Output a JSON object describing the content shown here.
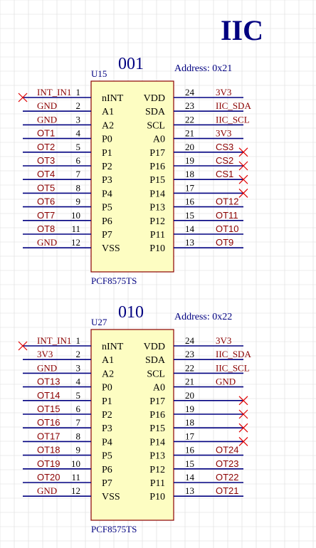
{
  "title": "IIC",
  "colors": {
    "background": "#ffffff",
    "grid": "#dcdcdc",
    "wire": "#000080",
    "body_fill": "#fdfdc2",
    "body_stroke": "#8b0000",
    "net_label": "#8b0000",
    "pin_text": "#000000",
    "designator": "#000080",
    "no_connect": "#e00000"
  },
  "chips": [
    {
      "number": "001",
      "designator": "U15",
      "address": "Address: 0x21",
      "part": "PCF8575TS",
      "left_pins": [
        {
          "num": "1",
          "name": "nINT",
          "net": "INT_IN1",
          "nc": true
        },
        {
          "num": "2",
          "name": "A1",
          "net": "GND",
          "nc": false
        },
        {
          "num": "3",
          "name": "A2",
          "net": "GND",
          "nc": false
        },
        {
          "num": "4",
          "name": "P0",
          "net": "OT1",
          "nc": false
        },
        {
          "num": "5",
          "name": "P1",
          "net": "OT2",
          "nc": false
        },
        {
          "num": "6",
          "name": "P2",
          "net": "OT3",
          "nc": false
        },
        {
          "num": "7",
          "name": "P3",
          "net": "OT4",
          "nc": false
        },
        {
          "num": "8",
          "name": "P4",
          "net": "OT5",
          "nc": false
        },
        {
          "num": "9",
          "name": "P5",
          "net": "OT6",
          "nc": false
        },
        {
          "num": "10",
          "name": "P6",
          "net": "OT7",
          "nc": false
        },
        {
          "num": "11",
          "name": "P7",
          "net": "OT8",
          "nc": false
        },
        {
          "num": "12",
          "name": "VSS",
          "net": "GND",
          "nc": false
        }
      ],
      "right_pins": [
        {
          "num": "24",
          "name": "VDD",
          "net": "3V3",
          "nc": false
        },
        {
          "num": "23",
          "name": "SDA",
          "net": "IIC_SDA",
          "nc": false
        },
        {
          "num": "22",
          "name": "SCL",
          "net": "IIC_SCL",
          "nc": false
        },
        {
          "num": "21",
          "name": "A0",
          "net": "3V3",
          "nc": false
        },
        {
          "num": "20",
          "name": "P17",
          "net": "CS3",
          "nc": true
        },
        {
          "num": "19",
          "name": "P16",
          "net": "CS2",
          "nc": true
        },
        {
          "num": "18",
          "name": "P15",
          "net": "CS1",
          "nc": true
        },
        {
          "num": "17",
          "name": "P14",
          "net": "",
          "nc": true
        },
        {
          "num": "16",
          "name": "P13",
          "net": "OT12",
          "nc": false
        },
        {
          "num": "15",
          "name": "P12",
          "net": "OT11",
          "nc": false
        },
        {
          "num": "14",
          "name": "P11",
          "net": "OT10",
          "nc": false
        },
        {
          "num": "13",
          "name": "P10",
          "net": "OT9",
          "nc": false
        }
      ]
    },
    {
      "number": "010",
      "designator": "U27",
      "address": "Address: 0x22",
      "part": "PCF8575TS",
      "left_pins": [
        {
          "num": "1",
          "name": "nINT",
          "net": "INT_IN1",
          "nc": true
        },
        {
          "num": "2",
          "name": "A1",
          "net": "3V3",
          "nc": false
        },
        {
          "num": "3",
          "name": "A2",
          "net": "GND",
          "nc": false
        },
        {
          "num": "4",
          "name": "P0",
          "net": "OT13",
          "nc": false
        },
        {
          "num": "5",
          "name": "P1",
          "net": "OT14",
          "nc": false
        },
        {
          "num": "6",
          "name": "P2",
          "net": "OT15",
          "nc": false
        },
        {
          "num": "7",
          "name": "P3",
          "net": "OT16",
          "nc": false
        },
        {
          "num": "8",
          "name": "P4",
          "net": "OT17",
          "nc": false
        },
        {
          "num": "9",
          "name": "P5",
          "net": "OT18",
          "nc": false
        },
        {
          "num": "10",
          "name": "P6",
          "net": "OT19",
          "nc": false
        },
        {
          "num": "11",
          "name": "P7",
          "net": "OT20",
          "nc": false
        },
        {
          "num": "12",
          "name": "VSS",
          "net": "GND",
          "nc": false
        }
      ],
      "right_pins": [
        {
          "num": "24",
          "name": "VDD",
          "net": "3V3",
          "nc": false
        },
        {
          "num": "23",
          "name": "SDA",
          "net": "IIC_SDA",
          "nc": false
        },
        {
          "num": "22",
          "name": "SCL",
          "net": "IIC_SCL",
          "nc": false
        },
        {
          "num": "21",
          "name": "A0",
          "net": "GND",
          "nc": false
        },
        {
          "num": "20",
          "name": "P17",
          "net": "",
          "nc": true
        },
        {
          "num": "19",
          "name": "P16",
          "net": "",
          "nc": true
        },
        {
          "num": "18",
          "name": "P15",
          "net": "",
          "nc": true
        },
        {
          "num": "17",
          "name": "P14",
          "net": "",
          "nc": true
        },
        {
          "num": "16",
          "name": "P13",
          "net": "OT24",
          "nc": false
        },
        {
          "num": "15",
          "name": "P12",
          "net": "OT23",
          "nc": false
        },
        {
          "num": "14",
          "name": "P11",
          "net": "OT22",
          "nc": false
        },
        {
          "num": "13",
          "name": "P10",
          "net": "OT21",
          "nc": false
        }
      ]
    }
  ]
}
